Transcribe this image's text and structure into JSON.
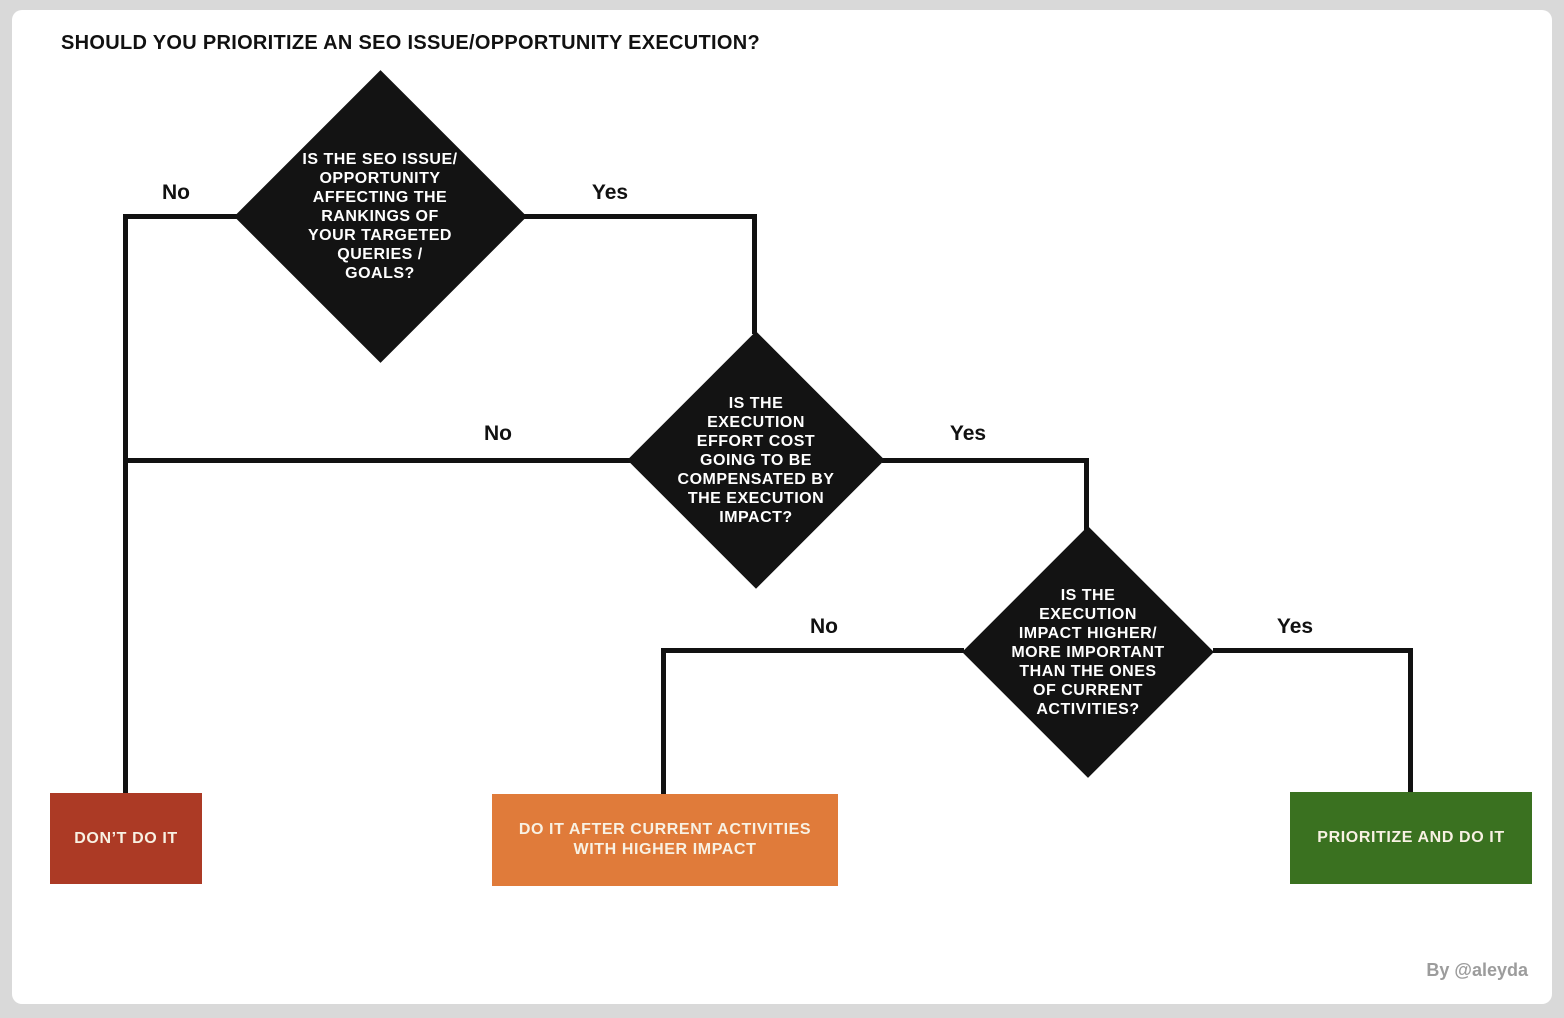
{
  "meta": {
    "title": "SHOULD YOU PRIORITIZE AN SEO ISSUE/OPPORTUNITY EXECUTION?",
    "credit": "By @aleyda"
  },
  "flowchart": {
    "decisions": [
      {
        "id": "rankings-impact",
        "question": "IS THE SEO ISSUE/\nOPPORTUNITY\nAFFECTING THE\nRANKINGS OF\nYOUR TARGETED\nQUERIES /\nGOALS?",
        "no_label": "No",
        "yes_label": "Yes"
      },
      {
        "id": "effort-vs-impact",
        "question": "IS THE\nEXECUTION\nEFFORT COST\nGOING TO BE\nCOMPENSATED BY\nTHE EXECUTION\nIMPACT?",
        "no_label": "No",
        "yes_label": "Yes"
      },
      {
        "id": "impact-vs-current",
        "question": "IS THE\nEXECUTION\nIMPACT HIGHER/\nMORE IMPORTANT\nTHAN THE ONES\nOF CURRENT\nACTIVITIES?",
        "no_label": "No",
        "yes_label": "Yes"
      }
    ],
    "outcomes": [
      {
        "id": "dont-do-it",
        "label": "DON’T DO IT",
        "color": "#AC3A25"
      },
      {
        "id": "do-after-current",
        "label": "DO IT AFTER CURRENT ACTIVITIES\nWITH HIGHER IMPACT",
        "color": "#E07B3A"
      },
      {
        "id": "prioritize-do-it",
        "label": "PRIORITIZE AND DO IT",
        "color": "#3A7120"
      }
    ]
  },
  "colors": {
    "background": "#D9D9D9",
    "canvas": "#FFFFFF",
    "node_black": "#131313",
    "line_black": "#111111",
    "stop_red": "#AC3A25",
    "defer_orange": "#E07B3A",
    "go_green": "#3A7120",
    "box_text_cream": "#F8F1E3",
    "credit_gray": "#9C9C9C"
  }
}
